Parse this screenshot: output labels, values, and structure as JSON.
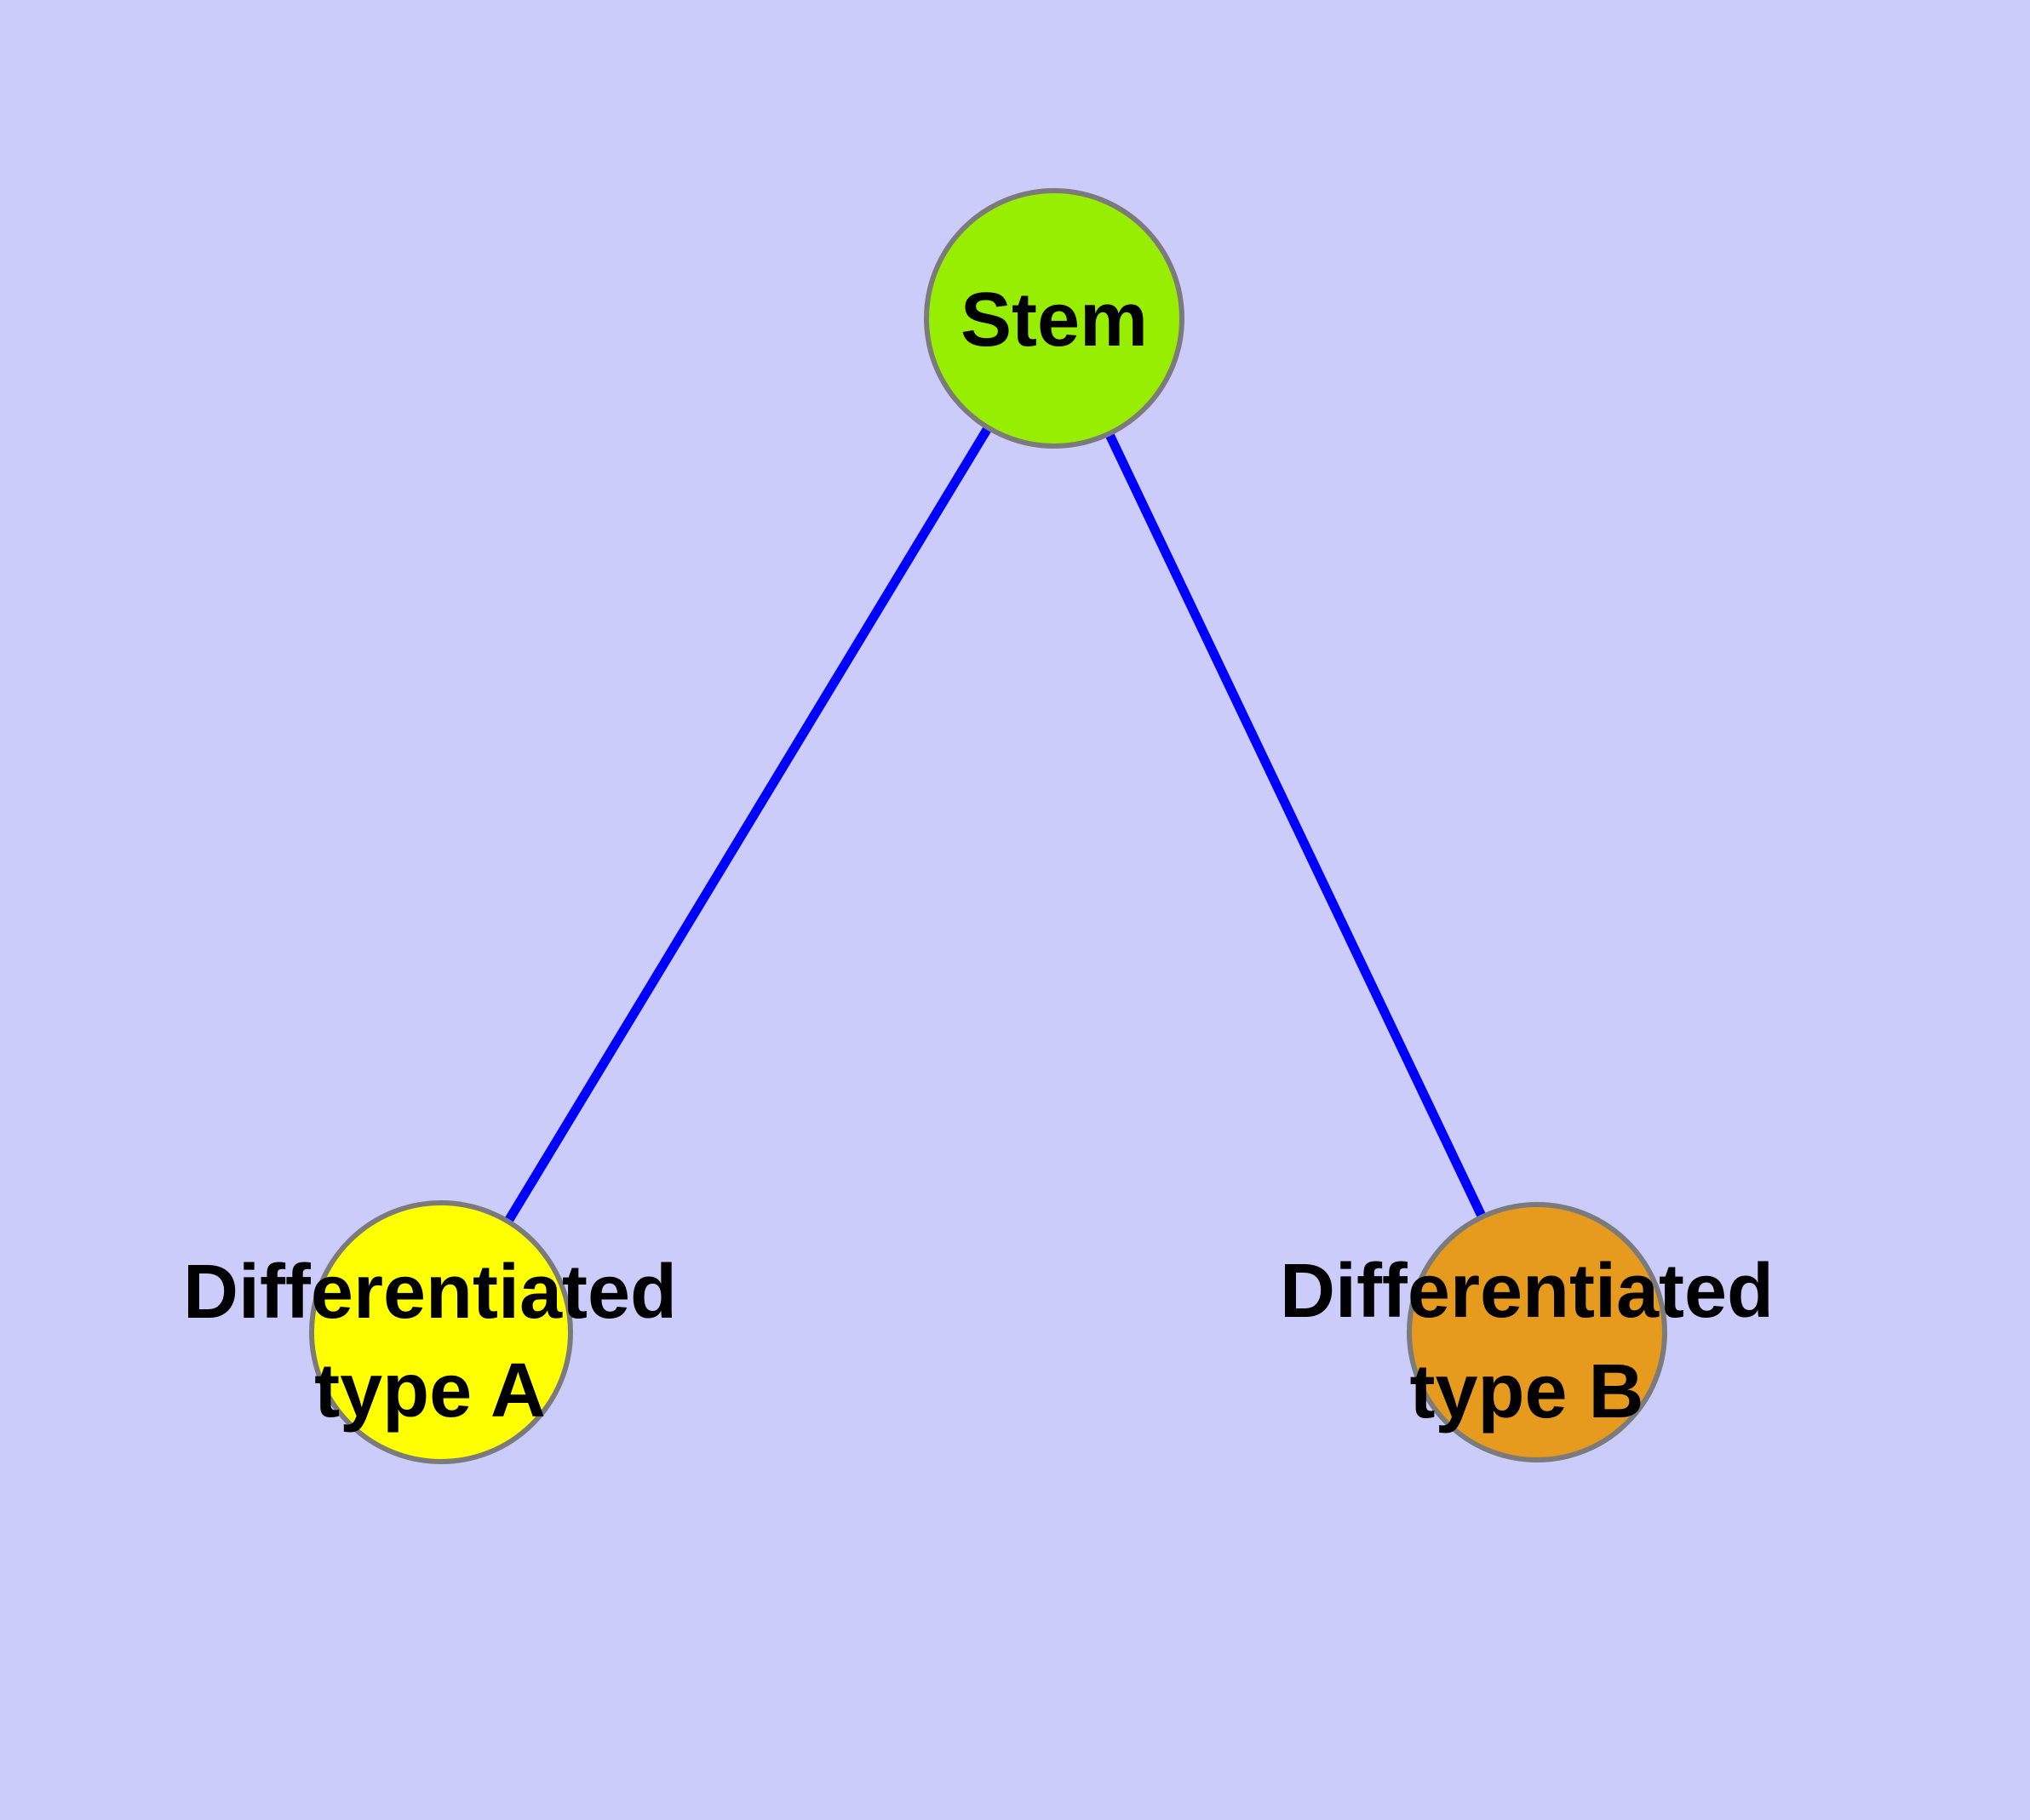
{
  "diagram": {
    "background_color": "#CCCCFA",
    "edge_color": "#0000FF",
    "node_border_color": "#7B7B7B",
    "label_color": "#000000",
    "nodes": {
      "stem": {
        "label": "Stem",
        "fill": "#97EE00"
      },
      "type_a": {
        "label_line1": "Differentiated",
        "label_line2": "type A",
        "fill": "#FFFF00"
      },
      "type_b": {
        "label_line1": "Differentiated",
        "label_line2": "type B",
        "fill": "#E69A1E"
      }
    },
    "edges": [
      {
        "from": "Stem",
        "to": "Differentiated type A"
      },
      {
        "from": "Stem",
        "to": "Differentiated type B"
      }
    ]
  }
}
